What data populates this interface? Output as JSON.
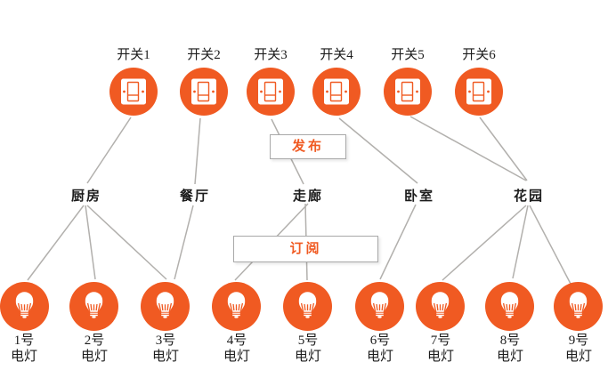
{
  "publish_box": {
    "label": "发布"
  },
  "subscribe_box": {
    "label": "订阅"
  },
  "switches": [
    {
      "label": "开关1"
    },
    {
      "label": "开关2"
    },
    {
      "label": "开关3"
    },
    {
      "label": "开关4"
    },
    {
      "label": "开关5"
    },
    {
      "label": "开关6"
    }
  ],
  "rooms": [
    {
      "label": "厨房"
    },
    {
      "label": "餐厅"
    },
    {
      "label": "走廊"
    },
    {
      "label": "卧室"
    },
    {
      "label": "花园"
    }
  ],
  "lights": [
    {
      "label_line1": "1号",
      "label_line2": "电灯"
    },
    {
      "label_line1": "2号",
      "label_line2": "电灯"
    },
    {
      "label_line1": "3号",
      "label_line2": "电灯"
    },
    {
      "label_line1": "4号",
      "label_line2": "电灯"
    },
    {
      "label_line1": "5号",
      "label_line2": "电灯"
    },
    {
      "label_line1": "6号",
      "label_line2": "电灯"
    },
    {
      "label_line1": "7号",
      "label_line2": "电灯"
    },
    {
      "label_line1": "8号",
      "label_line2": "电灯"
    },
    {
      "label_line1": "9号",
      "label_line2": "电灯"
    }
  ],
  "icons": {
    "switch": "wall-switch-icon",
    "light": "light-bulb-icon"
  },
  "connections": {
    "publish": [
      {
        "from": "开关1",
        "to": "厨房"
      },
      {
        "from": "开关2",
        "to": "餐厅"
      },
      {
        "from": "开关3",
        "to": "走廊"
      },
      {
        "from": "开关4",
        "to": "卧室"
      },
      {
        "from": "开关5",
        "to": "花园"
      },
      {
        "from": "开关6",
        "to": "花园"
      }
    ],
    "subscribe": [
      {
        "from": "厨房",
        "to": "1号电灯"
      },
      {
        "from": "厨房",
        "to": "2号电灯"
      },
      {
        "from": "厨房",
        "to": "3号电灯"
      },
      {
        "from": "餐厅",
        "to": "3号电灯"
      },
      {
        "from": "走廊",
        "to": "4号电灯"
      },
      {
        "from": "走廊",
        "to": "5号电灯"
      },
      {
        "from": "卧室",
        "to": "6号电灯"
      },
      {
        "from": "花园",
        "to": "7号电灯"
      },
      {
        "from": "花园",
        "to": "8号电灯"
      },
      {
        "from": "花园",
        "to": "9号电灯"
      }
    ]
  },
  "colors": {
    "accent_orange": "#F05A22",
    "connector_gray": "#b2b0ad",
    "text_black": "#1c1c1c",
    "box_border": "#a9a9a9",
    "background": "#ffffff"
  }
}
